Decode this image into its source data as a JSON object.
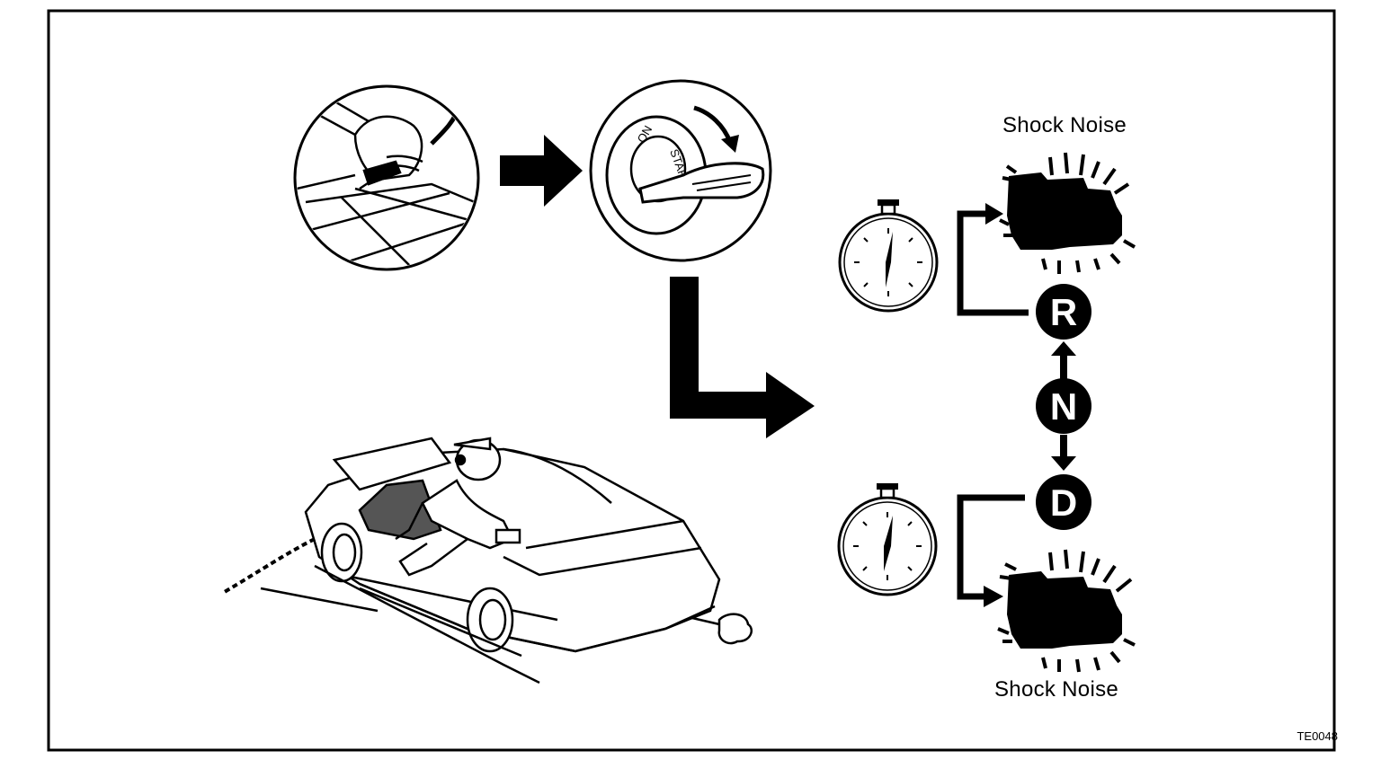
{
  "labels": {
    "top_noise": "Shock Noise",
    "bottom_noise": "Shock Noise",
    "figure_ref": "TE0048"
  },
  "gear_positions": [
    "R",
    "N",
    "D"
  ],
  "key_switch": {
    "on": "ON",
    "start": "START"
  },
  "icons": [
    "parking-brake-icon",
    "ignition-key-icon",
    "stopwatch-icon",
    "transmission-icon",
    "car-test-scene-icon"
  ]
}
